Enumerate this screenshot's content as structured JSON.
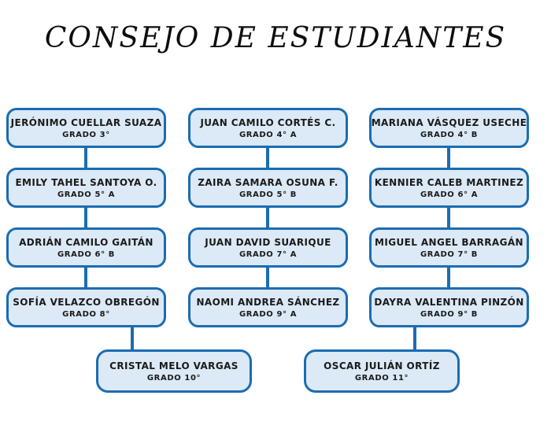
{
  "title": "CONSEJO DE ESTUDIANTES",
  "colors": {
    "box_border": "#1b6cb2",
    "box_fill": "#dce9f6",
    "text": "#1a1a1a",
    "background": "#ffffff"
  },
  "columns": [
    {
      "boxes": [
        {
          "name": "JERÓNIMO CUELLAR SUAZA",
          "grade": "GRADO 3°"
        },
        {
          "name": "EMILY TAHEL SANTOYA O.",
          "grade": "GRADO 5° A"
        },
        {
          "name": "ADRIÁN CAMILO GAITÁN",
          "grade": "GRADO 6° B"
        },
        {
          "name": "SOFÍA VELAZCO OBREGÓN",
          "grade": "GRADO 8°"
        }
      ]
    },
    {
      "boxes": [
        {
          "name": "JUAN CAMILO CORTÉS C.",
          "grade": "GRADO 4° A"
        },
        {
          "name": "ZAIRA SAMARA OSUNA F.",
          "grade": "GRADO 5° B"
        },
        {
          "name": "JUAN DAVID SUARIQUE",
          "grade": "GRADO 7° A"
        },
        {
          "name": "NAOMI ANDREA SÁNCHEZ",
          "grade": "GRADO 9° A"
        }
      ]
    },
    {
      "boxes": [
        {
          "name": "MARIANA VÁSQUEZ USECHE",
          "grade": "GRADO 4° B"
        },
        {
          "name": "KENNIER CALEB MARTINEZ",
          "grade": "GRADO 6° A"
        },
        {
          "name": "MIGUEL ANGEL BARRAGÁN",
          "grade": "GRADO 7° B"
        },
        {
          "name": "DAYRA VALENTINA PINZÓN",
          "grade": "GRADO 9° B"
        }
      ]
    }
  ],
  "bottom": [
    {
      "name": "CRISTAL MELO VARGAS",
      "grade": "GRADO 10°"
    },
    {
      "name": "OSCAR JULIÁN ORTÍZ",
      "grade": "GRADO 11°"
    }
  ]
}
